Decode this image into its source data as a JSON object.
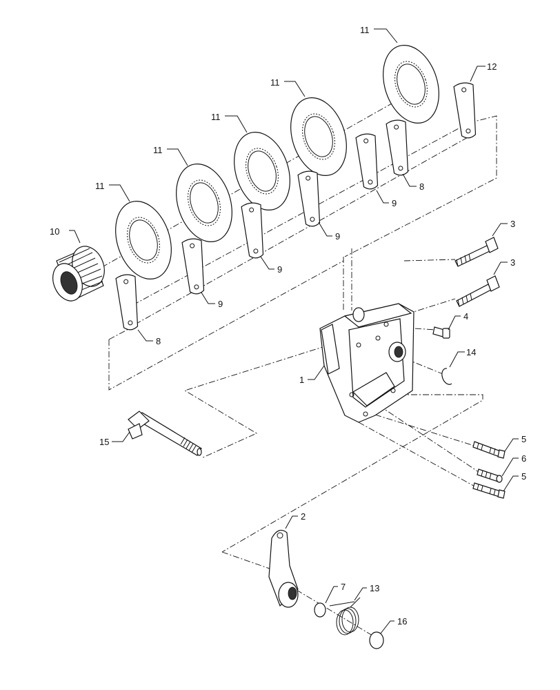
{
  "diagram": {
    "callouts": {
      "c1": "1",
      "c2": "2",
      "c3a": "3",
      "c3b": "3",
      "c4": "4",
      "c5a": "5",
      "c5b": "5",
      "c6": "6",
      "c7": "7",
      "c8a": "8",
      "c8b": "8",
      "c9a": "9",
      "c9b": "9",
      "c9c": "9",
      "c9d": "9",
      "c10": "10",
      "c11a": "11",
      "c11b": "11",
      "c11c": "11",
      "c11d": "11",
      "c11e": "11",
      "c12": "12",
      "c13": "13",
      "c14": "14",
      "c15": "15",
      "c16": "16"
    }
  }
}
